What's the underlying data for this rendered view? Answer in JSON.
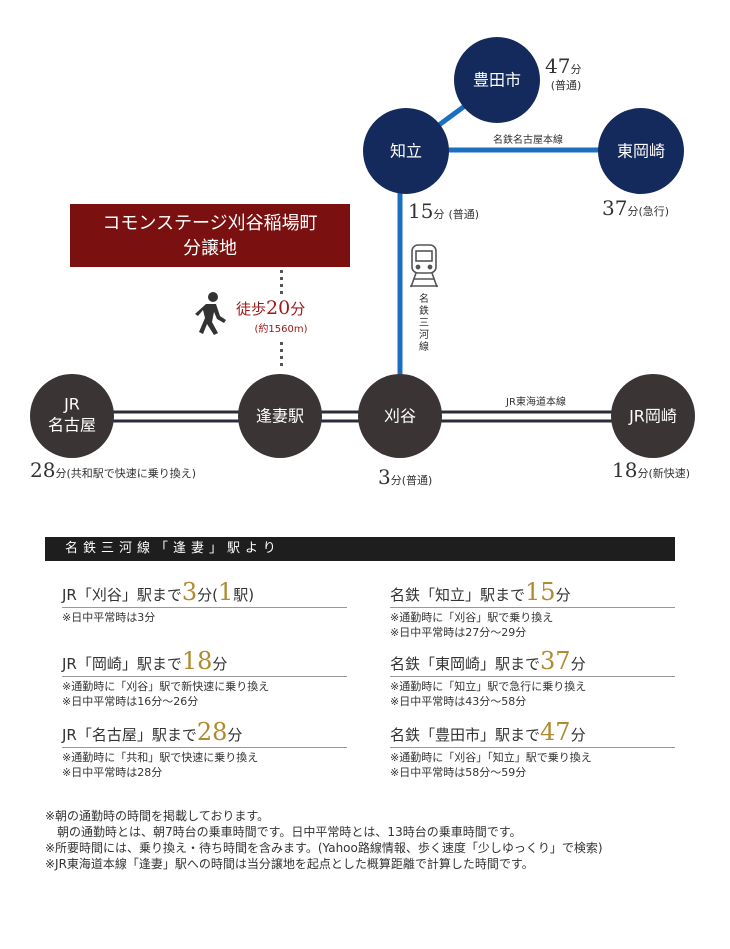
{
  "property": {
    "line1": "コモンステージ刈谷稲場町",
    "line2": "分譲地"
  },
  "walk": {
    "label_prefix": "徒歩",
    "minutes": "20",
    "unit": "分",
    "distance": "(約1560m)"
  },
  "stations": {
    "nagoya": {
      "line1": "JR",
      "line2": "名古屋"
    },
    "aizuma": "逢妻駅",
    "kariya": "刈谷",
    "okazaki": "JR岡崎",
    "chiryu": "知立",
    "toyotashi": "豊田市",
    "higashiokazaki": "東岡崎"
  },
  "lines": {
    "jr_tokaido": "JR東海道本線",
    "meitetsu_nagoya": "名鉄名古屋本線",
    "meitetsu_mikawa": [
      "名",
      "鉄",
      "三",
      "河",
      "線"
    ]
  },
  "times": {
    "nagoya": {
      "num": "28",
      "unit": "分",
      "note": "(共和駅で快速に乗り換え)"
    },
    "kariya": {
      "num": "3",
      "unit": "分",
      "note": "(普通)"
    },
    "okazaki": {
      "num": "18",
      "unit": "分",
      "note": "(新快速)"
    },
    "chiryu": {
      "num": "15",
      "unit": "分",
      "note": "(普通)"
    },
    "toyotashi": {
      "num": "47",
      "unit": "分",
      "note": "(普通)"
    },
    "higashiokazaki": {
      "num": "37",
      "unit": "分",
      "note": "(急行)"
    }
  },
  "section_title": "名鉄三河線「逢妻」駅より",
  "routes": [
    {
      "prefix": "JR「刈谷」駅まで",
      "num": "3",
      "unit": "分(",
      "num2": "1",
      "suffix": "駅)",
      "notes": [
        "※日中平常時は3分"
      ]
    },
    {
      "prefix": "名鉄「知立」駅まで",
      "num": "15",
      "unit": "分",
      "num2": "",
      "suffix": "",
      "notes": [
        "※通勤時に「刈谷」駅で乗り換え",
        "※日中平常時は27分～29分"
      ]
    },
    {
      "prefix": "JR「岡崎」駅まで",
      "num": "18",
      "unit": "分",
      "num2": "",
      "suffix": "",
      "notes": [
        "※通勤時に「刈谷」駅で新快速に乗り換え",
        "※日中平常時は16分～26分"
      ]
    },
    {
      "prefix": "名鉄「東岡崎」駅まで",
      "num": "37",
      "unit": "分",
      "num2": "",
      "suffix": "",
      "notes": [
        "※通勤時に「知立」駅で急行に乗り換え",
        "※日中平常時は43分～58分"
      ]
    },
    {
      "prefix": "JR「名古屋」駅まで",
      "num": "28",
      "unit": "分",
      "num2": "",
      "suffix": "",
      "notes": [
        "※通勤時に「共和」駅で快速に乗り換え",
        "※日中平常時は28分"
      ]
    },
    {
      "prefix": "名鉄「豊田市」駅まで",
      "num": "47",
      "unit": "分",
      "num2": "",
      "suffix": "",
      "notes": [
        "※通勤時に「刈谷」「知立」駅で乗り換え",
        "※日中平常時は58分～59分"
      ]
    }
  ],
  "footnotes": [
    "※朝の通勤時の時間を掲載しております。",
    "　朝の通勤時とは、朝7時台の乗車時間です。日中平常時とは、13時台の乗車時間です。",
    "※所要時間には、乗り換え・待ち時間を含みます。(Yahoo路線情報、歩く速度「少しゆっくり」で検索)",
    "※JR東海道本線「逢妻」駅への時間は当分譲地を起点とした概算距離で計算した時間です。"
  ],
  "colors": {
    "dark_circle": "#3a3434",
    "meitetsu_navy": "#152a5c",
    "meitetsu_blue": "#1c6fbf",
    "property_red": "#7a1010",
    "accent_gold": "#b08a2e",
    "walk_red": "#a01818"
  }
}
